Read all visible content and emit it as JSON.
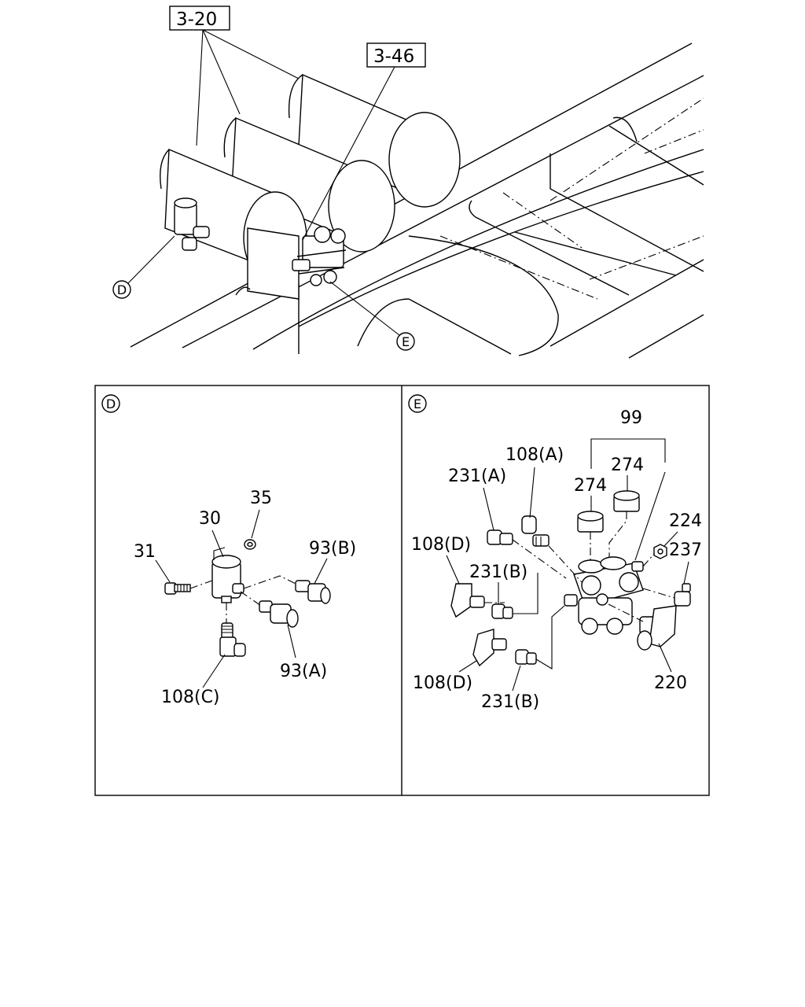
{
  "references": {
    "ref_1": "3-20",
    "ref_2": "3-46"
  },
  "callouts": {
    "top_d": "D",
    "top_e": "E",
    "panel_d": "D",
    "panel_e": "E"
  },
  "panel_d_labels": {
    "l35": "35",
    "l30": "30",
    "l31": "31",
    "l93b": "93(B)",
    "l93a": "93(A)",
    "l108c": "108(C)"
  },
  "panel_e_labels": {
    "l99": "99",
    "l108a": "108(A)",
    "l274_left": "274",
    "l274_right": "274",
    "l231a": "231(A)",
    "l224": "224",
    "l108d_top": "108(D)",
    "l237": "237",
    "l231b_top": "231(B)",
    "l108d_bottom": "108(D)",
    "l220": "220",
    "l231b_bottom": "231(B)"
  }
}
